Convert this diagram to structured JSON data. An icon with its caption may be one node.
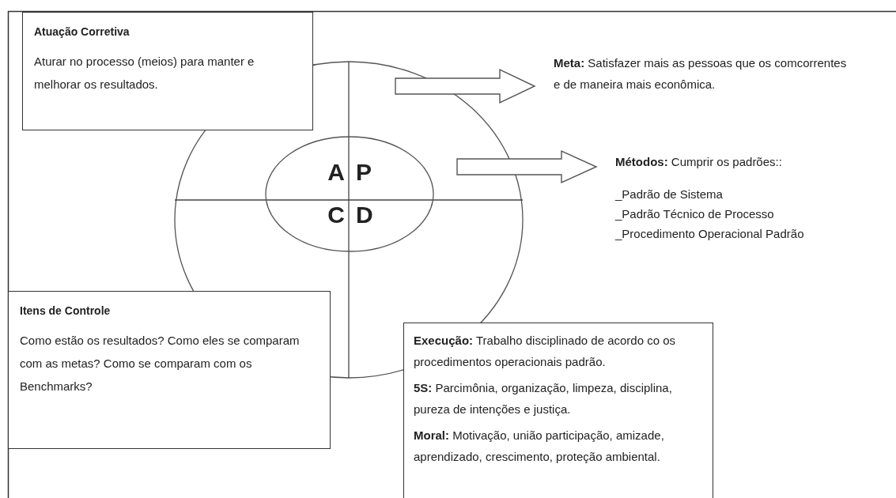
{
  "diagram": {
    "nodes": [
      {
        "text": [
          "Atuação Corretiva",
          "Aturar no processo (meios) para manter e melhorar os resultados."
        ]
      },
      {
        "text": [],
        "shape": "circle"
      },
      {
        "text": [
          "A",
          "P",
          "C",
          "D"
        ],
        "in": 1
      },
      {
        "text": [
          "**Meta:** Satisfazer mais as pessoas que os comcorrentes e de maneira mais econômica."
        ]
      },
      {
        "text": [
          "**Métodos:**  Cumprir os padrões::",
          "_Padrão de Sistema",
          "_Padrão Técnico de Processo",
          "_Procedimento Operacional Padrão"
        ]
      },
      {
        "text": [
          "Itens de Controle",
          "Como estão os resultados? Como eles se comparam com as metas? Como se comparam com os Benchmarks?"
        ]
      },
      {
        "text": [
          "**Execução:** Trabalho disciplinado de acordo co os procedimentos operacionais padrão.",
          "**5S:** Parcimônia, organização, limpeza, disciplina, pureza de intenções e justiça.",
          "**Moral:** Motivação, união participação, amizade, aprendizado, crescimento, proteção ambiental."
        ]
      }
    ],
    "edges": [
      {
        "from": null,
        "to": 3,
        "arrow": "to"
      },
      {
        "from": null,
        "to": 4,
        "arrow": "to"
      }
    ]
  }
}
